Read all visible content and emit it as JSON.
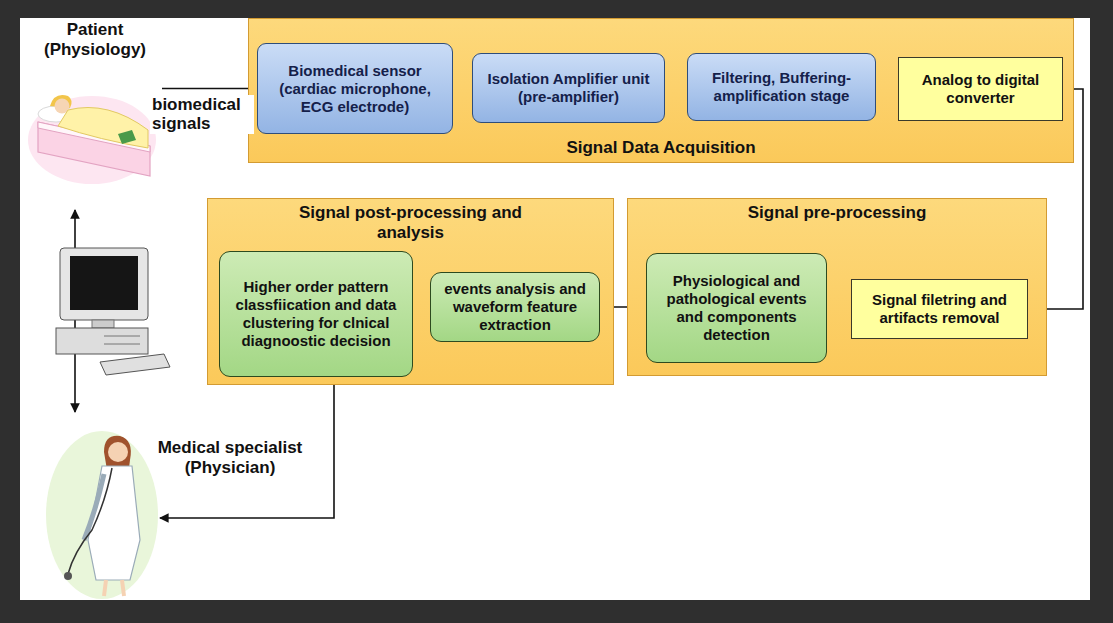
{
  "diagram": {
    "nodes": [
      {
        "text": [
          "Patient (Physiology)"
        ]
      },
      {
        "text": [
          "Signal Data Acquisition"
        ]
      },
      {
        "text": [
          "Biomedical sensor (cardiac microphone, ECG electrode)"
        ],
        "in": 1
      },
      {
        "text": [
          "Isolation Amplifier unit (pre-amplifier)"
        ],
        "in": 1
      },
      {
        "text": [
          "Filtering, Buffering- amplification stage"
        ],
        "in": 1
      },
      {
        "text": [
          "Analog to digital converter"
        ],
        "in": 1
      },
      {
        "text": [
          "Signal post-processing and analysis"
        ]
      },
      {
        "text": [
          "Higher order pattern classfiication and data clustering for clnical diagnoostic decision"
        ],
        "in": 6
      },
      {
        "text": [
          "events analysis and waveform feature extraction"
        ],
        "in": 6
      },
      {
        "text": [
          "Signal pre-processing"
        ]
      },
      {
        "text": [
          "Physiological and pathological events and components detection"
        ],
        "in": 9
      },
      {
        "text": [
          "Signal filetring and artifacts removal"
        ],
        "in": 9
      },
      {
        "text": [
          "Medical specialist (Physician)"
        ]
      }
    ],
    "edges": [
      {
        "from": 0,
        "to": 2,
        "label": "biomedical signals",
        "arrow": "to"
      },
      {
        "from": 2,
        "to": 3,
        "arrow": "to"
      },
      {
        "from": 3,
        "to": 4,
        "arrow": "to"
      },
      {
        "from": 4,
        "to": 5,
        "arrow": "to"
      },
      {
        "from": 5,
        "to": 11,
        "arrow": "to"
      },
      {
        "from": 11,
        "to": 10,
        "arrow": "to"
      },
      {
        "from": 10,
        "to": 8,
        "arrow": "to"
      },
      {
        "from": 8,
        "to": 7,
        "arrow": "to"
      },
      {
        "from": 7,
        "to": 12,
        "arrow": "to"
      }
    ]
  }
}
